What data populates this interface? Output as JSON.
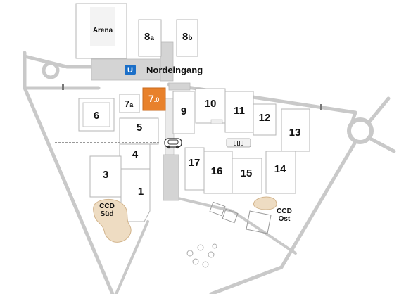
{
  "halls": {
    "arena": "Arena",
    "h8a_main": "8",
    "h8a_sub": "a",
    "h8b_main": "8",
    "h8b_sub": "b",
    "h7a_main": "7",
    "h7a_sub": "a",
    "h70_main": "7",
    "h70_sub": ".0",
    "h6": "6",
    "h9": "9",
    "h10": "10",
    "h11": "11",
    "h12": "12",
    "h13": "13",
    "h5": "5",
    "h4": "4",
    "h3": "3",
    "h17": "17",
    "h16": "16",
    "h15": "15",
    "h14": "14",
    "h1": "1"
  },
  "entrances": {
    "north": "Nordeingang"
  },
  "ccd": {
    "sued_line1": "CCD",
    "sued_line2": "Süd",
    "ost_line1": "CCD",
    "ost_line2": "Ost"
  },
  "colors": {
    "highlight": "#e8812b",
    "water": "#e9d6bd",
    "road": "#c9c9c9",
    "logo_blue": "#1b6fc8"
  },
  "icons": [
    "u-bahn-icon",
    "car-icon",
    "bus-icon"
  ]
}
